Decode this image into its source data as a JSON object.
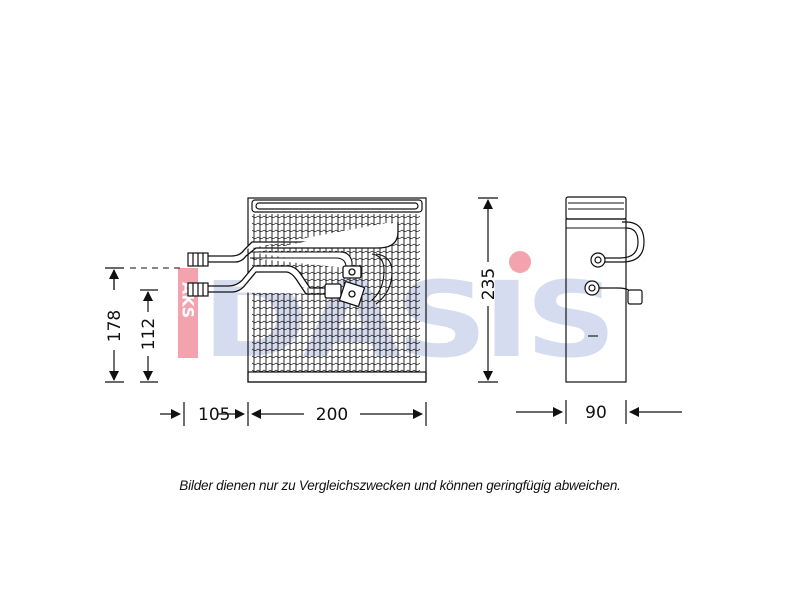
{
  "watermark": {
    "logo_text": "DASIS",
    "sub_letters": "AKS",
    "colors": {
      "primary": "#d6dcef",
      "accent": "#f2a3ae"
    }
  },
  "dimensions": {
    "height_total": "178",
    "height_lower": "112",
    "offset_left": "105",
    "width_front": "200",
    "height_front": "235",
    "depth_side": "90"
  },
  "caption": "Bilder dienen nur zu Vergleichszwecken und können geringfügig abweichen."
}
